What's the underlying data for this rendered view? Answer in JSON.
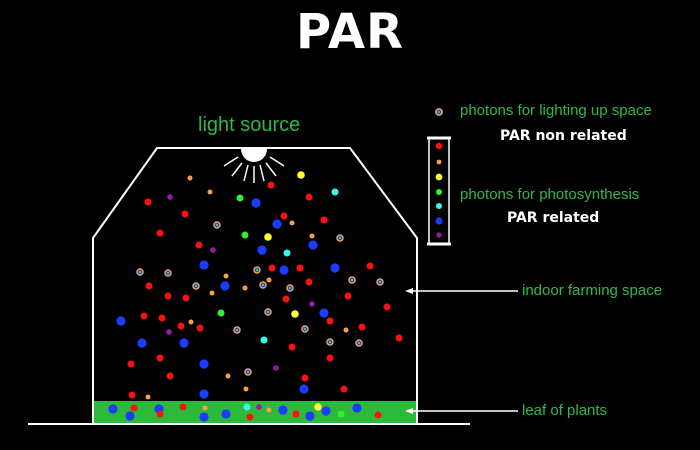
{
  "title": "PAR",
  "light_source_label": "light source",
  "legend": {
    "lighting_label": "photons for lighting up space",
    "par_non_related": "PAR non related",
    "photosynthesis_label": "photons for  photosynthesis",
    "par_related": "PAR related",
    "swatches": [
      "red",
      "orange",
      "yellow",
      "green",
      "cyan",
      "blue",
      "purple"
    ]
  },
  "labels": {
    "indoor_space": "indoor farming space",
    "leaf": "leaf of plants"
  },
  "colors": {
    "background": "#000000",
    "label_green": "#2fb84a",
    "leaf_green": "#2db93a",
    "outline": "#ffffff",
    "photon_red": "#ff1010",
    "photon_orange": "#f7a04a",
    "photon_yellow": "#ffff33",
    "photon_green": "#33ee33",
    "photon_cyan": "#33ffee",
    "photon_blue": "#1a3dff",
    "photon_purple": "#9a1aa8"
  }
}
